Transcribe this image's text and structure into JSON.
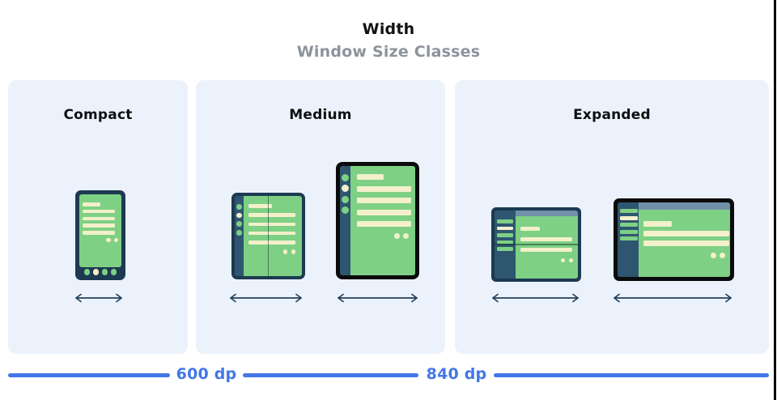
{
  "header": {
    "title": "Width",
    "subtitle": "Window Size Classes"
  },
  "panels": [
    {
      "label": "Compact",
      "devices": [
        "phone-portrait"
      ]
    },
    {
      "label": "Medium",
      "devices": [
        "foldable-portrait",
        "tablet-portrait"
      ]
    },
    {
      "label": "Expanded",
      "devices": [
        "foldable-landscape",
        "tablet-landscape"
      ]
    }
  ],
  "ruler": {
    "labels": [
      "600 dp",
      "840 dp"
    ]
  },
  "colors": {
    "panel_bg": "#EBF2FB",
    "subtitle_gray": "#8D939B",
    "frame_navy": "#1C3A52",
    "frame_black": "#0B0B0B",
    "rail_navy": "#2E5670",
    "screen_green": "#7ED084",
    "content_cream": "#F3F0CB",
    "top_bar_slate": "#7191A9",
    "arrow_navy": "#24405B",
    "ruler_blue": "#4377E8"
  }
}
